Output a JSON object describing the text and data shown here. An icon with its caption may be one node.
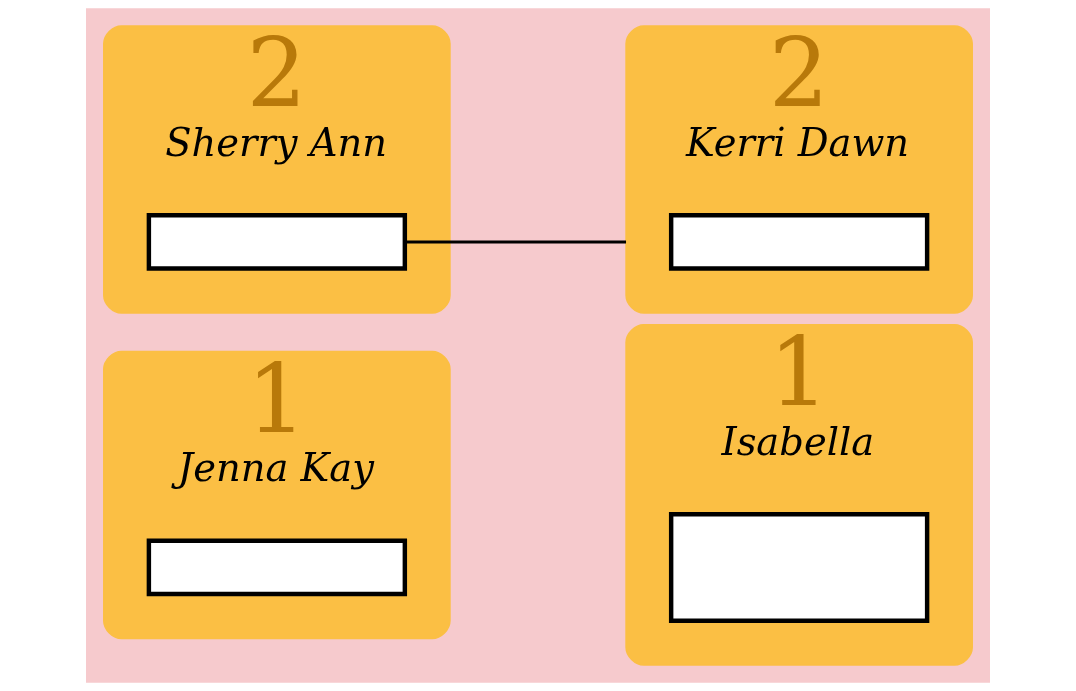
{
  "diagram": {
    "nodes": [
      {
        "text": [
          "2",
          "Sherry Ann"
        ]
      },
      {
        "text": [],
        "shape": "box",
        "in": 0
      },
      {
        "text": [
          "2",
          "Kerri Dawn"
        ]
      },
      {
        "text": [],
        "shape": "box",
        "in": 2
      },
      {
        "text": [
          "1",
          "Jenna Kay"
        ]
      },
      {
        "text": [],
        "shape": "box",
        "in": 4
      },
      {
        "text": [
          "1",
          "Isabella"
        ]
      },
      {
        "text": [],
        "shape": "box",
        "in": 6
      }
    ],
    "edges": [
      {
        "from": 1,
        "to": 2,
        "arrow": "none"
      }
    ]
  }
}
